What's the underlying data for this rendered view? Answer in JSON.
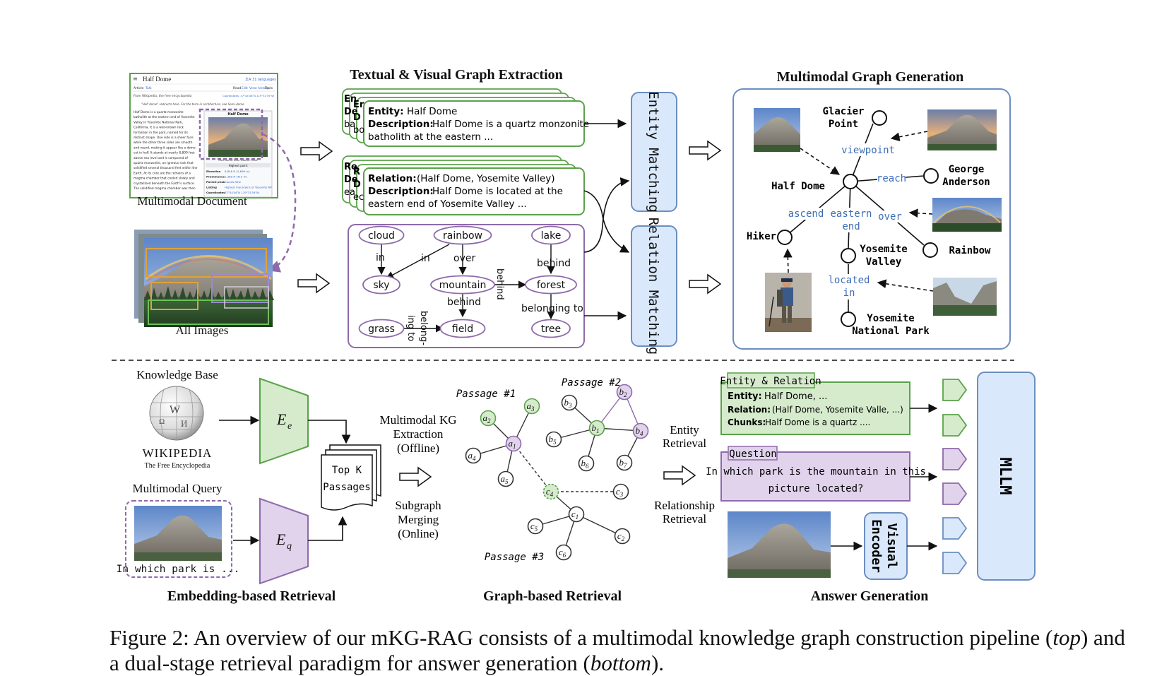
{
  "colors": {
    "green_stroke": "#5aa24a",
    "green_fill": "#d5ebcc",
    "purple_stroke": "#8e6aaa",
    "purple_fill": "#e1d3ec",
    "blue_stroke": "#6c8ebf",
    "blue_fill": "#dae8fc",
    "edge_label_blue": "#3d6db5"
  },
  "top": {
    "doc": {
      "title": "Half Dome",
      "langs": "文A 31 languages",
      "tab_article": "Article",
      "tab_talk": "Talk",
      "tab_read": "Read",
      "tab_edit": "Edit",
      "tab_history": "View history",
      "tab_tools": "Tools",
      "from": "From Wikipedia, the free encyclopedia",
      "coords": "Coordinates: 37°44′46″N 119°31′59″W",
      "hatnote": "\"Half dome\" redirects here. For the term in architecture, see Semi-dome.",
      "body": [
        "Half Dome is a quartz monzonite",
        "batholith at the eastern end of Yosemite",
        "Valley in Yosemite National Park,",
        "California. It is a well-known rock",
        "formation in the park, named for its",
        "distinct shape. One side is a sheer face",
        "while the other three sides are smooth",
        "and round, making it appear like a dome",
        "cut in half. It stands at nearly 8,800 feet",
        "above sea level and is composed of",
        "quartz monzonite, an igneous rock that",
        "solidified several thousand feet within the",
        "Earth. At its core are the remains of a",
        "magma chamber that cooled slowly and",
        "crystallized beneath the Earth's surface.",
        "The solidified magma chamber was then"
      ],
      "infobox_title": "Half Dome",
      "infobox_caption": "Half Dome from Glacier Point",
      "highest": "Highest point",
      "rows": [
        [
          "Elevation",
          "8,846 ft (2,696 m)"
        ],
        [
          "Prominence",
          "1,360 ft (415 m)"
        ],
        [
          "Parent peak",
          "Clouds Rest"
        ],
        [
          "Listing",
          "Highest mountains of Yosemite NP"
        ],
        [
          "Coordinates",
          "37°44′46″N 119°31′59″W"
        ]
      ]
    },
    "doc_label": "Multimodal Document",
    "images_label": "All Images",
    "extraction_title": "Textual & Visual Graph Extraction",
    "entity_card": {
      "k1": "Entity:",
      "v1": "Half Dome",
      "k2": "Description:",
      "v2": "Half Dome is a quartz monzonite",
      "v3": "batholith at the eastern ...",
      "back": [
        "En",
        "De",
        "ba",
        "Er",
        "D",
        "bo"
      ]
    },
    "relation_card": {
      "k1": "Relation:",
      "v1": "(Half Dome, Yosemite Valley)",
      "k2": "Description:",
      "v2": "Half Dome is located at the",
      "v3": "eastern end of Yosemite Valley ...",
      "back": [
        "Re",
        "De",
        "ea",
        "R",
        "D",
        "ec"
      ]
    },
    "scene_nodes": [
      "cloud",
      "rainbow",
      "lake",
      "sky",
      "mountain",
      "forest",
      "grass",
      "field",
      "tree"
    ],
    "scene_edges": [
      "in",
      "in",
      "over",
      "behind",
      "behind",
      "behind",
      "belong-",
      "ing to",
      "belonging to"
    ],
    "entity_matching": "Entity Matching",
    "relation_matching": "Relation Matching",
    "graph_title": "Multimodal Graph Generation",
    "graph_nodes": {
      "glacier": [
        "Glacier",
        "Point"
      ],
      "halfdome": "Half Dome",
      "george": [
        "George",
        "Anderson"
      ],
      "hiker": "Hiker",
      "yosemite": [
        "Yosemite",
        "Valley"
      ],
      "rainbow": "Rainbow",
      "park": [
        "Yosemite",
        "National Park"
      ]
    },
    "graph_edges": {
      "viewpoint": "viewpoint",
      "reach": "reach",
      "ascend": "ascend",
      "eastern": [
        "eastern",
        "end"
      ],
      "over": "over",
      "located": [
        "located",
        "in"
      ]
    }
  },
  "bottom": {
    "knowledge_base": "Knowledge Base",
    "wiki_name": "WIKIPEDIA",
    "wiki_sub": "The Free Encyclopedia",
    "ee": "E",
    "ee_sub": "e",
    "eq": "E",
    "eq_sub": "q",
    "query_title": "Multimodal Query",
    "query_text": "In which park is ...",
    "topk": [
      "Top K",
      "Passages"
    ],
    "embed_title": "Embedding-based Retrieval",
    "mkg": [
      "Multimodal KG",
      "Extraction",
      "(Offline)"
    ],
    "sub": [
      "Subgraph",
      "Merging",
      "(Online)"
    ],
    "passages": [
      "Passage #1",
      "Passage #2",
      "Passage #3"
    ],
    "graph_nodes": [
      {
        "l": "a",
        "s": "1"
      },
      {
        "l": "a",
        "s": "2"
      },
      {
        "l": "a",
        "s": "3"
      },
      {
        "l": "a",
        "s": "4"
      },
      {
        "l": "a",
        "s": "5"
      },
      {
        "l": "b",
        "s": "1"
      },
      {
        "l": "b",
        "s": "2"
      },
      {
        "l": "b",
        "s": "3"
      },
      {
        "l": "b",
        "s": "4"
      },
      {
        "l": "b",
        "s": "5"
      },
      {
        "l": "b",
        "s": "6"
      },
      {
        "l": "b",
        "s": "7"
      },
      {
        "l": "c",
        "s": "1"
      },
      {
        "l": "c",
        "s": "2"
      },
      {
        "l": "c",
        "s": "3"
      },
      {
        "l": "c",
        "s": "4"
      },
      {
        "l": "c",
        "s": "5"
      },
      {
        "l": "c",
        "s": "6"
      }
    ],
    "graph_title": "Graph-based Retrieval",
    "entity_retrieval": [
      "Entity",
      "Retrieval"
    ],
    "relationship_retrieval": [
      "Relationship",
      "Retrieval"
    ],
    "er_tag": "Entity & Relation",
    "er_lines": [
      [
        "Entity:",
        "Half Dome, ..."
      ],
      [
        "Relation:",
        "(Half Dome, Yosemite Valle, ...)"
      ],
      [
        "Chunks:",
        "Half Dome is a quartz ...."
      ]
    ],
    "q_tag": "Question",
    "q_lines": [
      "In which park is the mountain in this",
      "picture located?"
    ],
    "visual_encoder": [
      "Visual",
      "Encoder"
    ],
    "mllm": "MLLM",
    "answer_title": "Answer Generation"
  },
  "caption": {
    "prefix": "Figure 2: An overview of our mKG-RAG consists of a multimodal knowledge graph construction pipeline (",
    "top": "top",
    "mid": ") and a dual-stage retrieval paradigm for answer generation (",
    "bottom": "bottom",
    "end": ")."
  }
}
